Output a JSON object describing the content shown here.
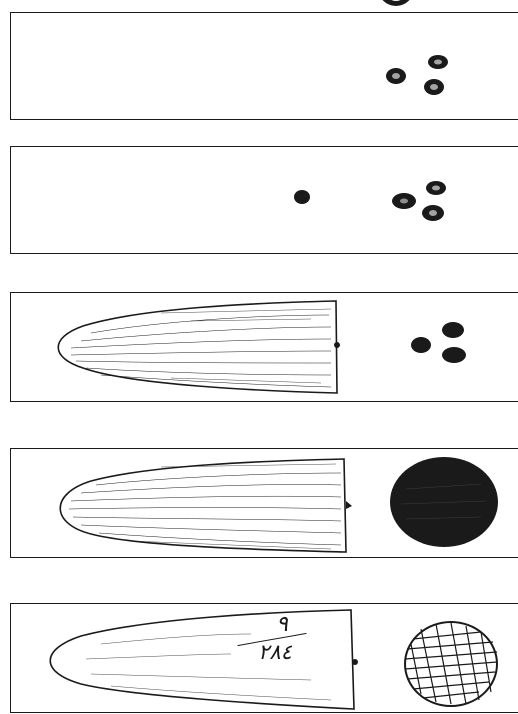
{
  "stages": [
    {
      "id": "stage-1",
      "seeds": 3,
      "fruit": false,
      "mass": false
    },
    {
      "id": "stage-2",
      "seeds": 4,
      "fruit": false,
      "mass": false
    },
    {
      "id": "stage-3",
      "seeds": 3,
      "fruit": true,
      "mass": false
    },
    {
      "id": "stage-4",
      "seeds": 0,
      "fruit": true,
      "mass": true
    },
    {
      "id": "stage-5",
      "seeds": 0,
      "fruit": true,
      "mass": true
    }
  ],
  "annotation": {
    "numerator": "٩",
    "denominator": "٢٨٤"
  },
  "colors": {
    "ink": "#1a1a1a",
    "paper": "#ffffff"
  }
}
